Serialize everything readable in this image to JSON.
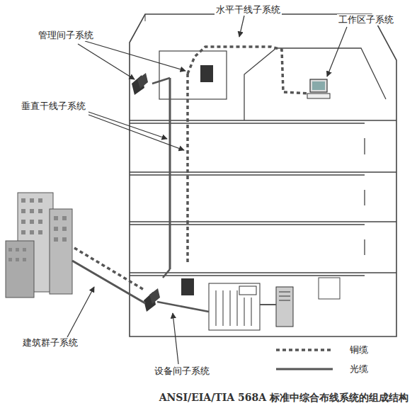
{
  "diagram": {
    "caption": "ANSI/EIA/TIA 568A 标准中综合布线系统的组成结构",
    "labels": [
      "管理间子系统",
      "水平干线子系统",
      "工作区子系统",
      "垂直干线子系统",
      "建筑群子系统",
      "设备间子系统"
    ],
    "legend": [
      {
        "text": "铜缆"
      },
      {
        "text": "光缆"
      }
    ]
  }
}
